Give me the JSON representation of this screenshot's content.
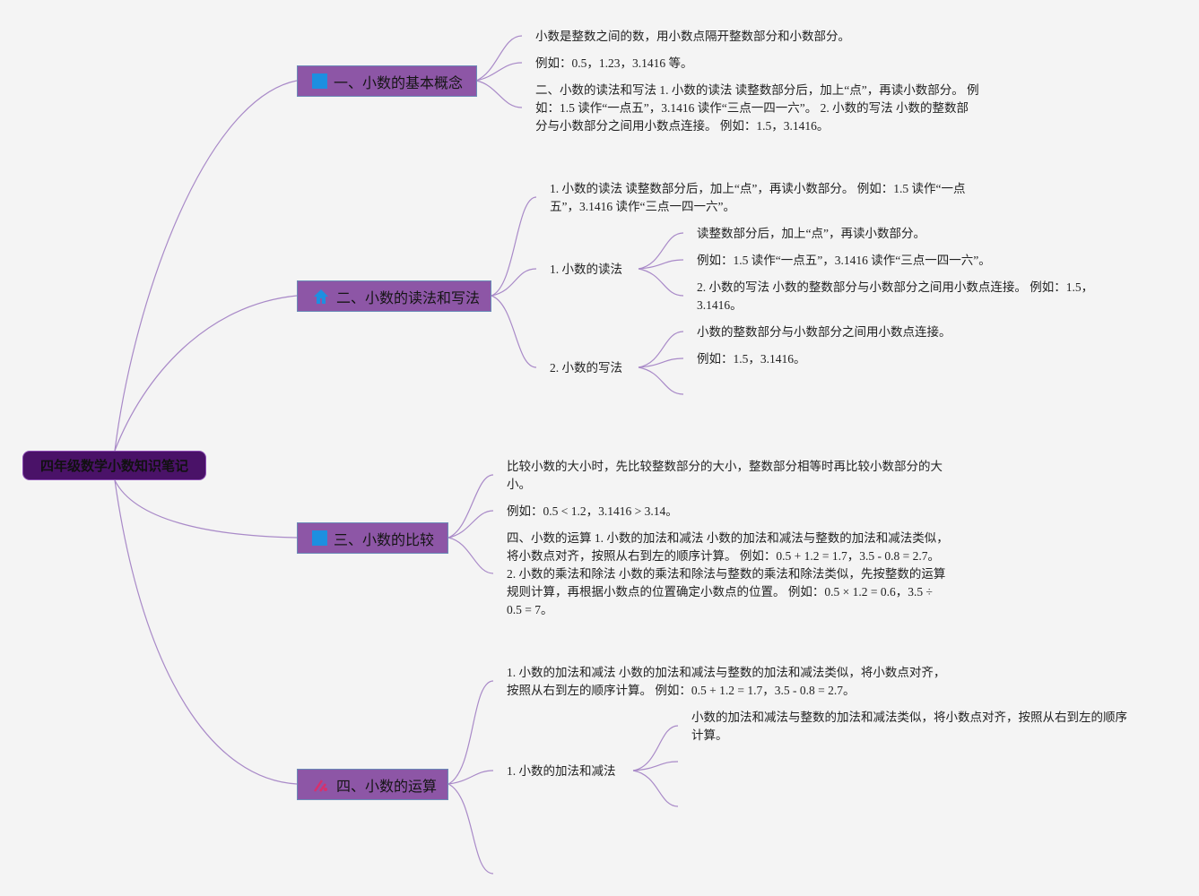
{
  "root": {
    "label": "四年级数学小数知识笔记"
  },
  "colors": {
    "root_bg": "#4a1268",
    "branch_bg": "#8d56a6",
    "link": "#a98ac8",
    "icon_blue": "#1d8fe0",
    "icon_pink": "#d8306c"
  },
  "branches": [
    {
      "label": "一、小数的基本概念",
      "icon": "blue-square-icon",
      "notes": [
        "小数是整数之间的数，用小数点隔开整数部分和小数部分。",
        "例如：0.5，1.23，3.1416 等。",
        "二、小数的读法和写法 1. 小数的读法 读整数部分后，加上“点”，再读小数部分。 例如：1.5 读作“一点五”，3.1416 读作“三点一四一六”。 2. 小数的写法 小数的整数部分与小数部分之间用小数点连接。 例如：1.5，3.1416。"
      ]
    },
    {
      "label": "二、小数的读法和写法",
      "icon": "house-icon",
      "summary": "1. 小数的读法 读整数部分后，加上“点”，再读小数部分。 例如：1.5 读作“一点五”，3.1416 读作“三点一四一六”。",
      "subs": [
        {
          "label": "1. 小数的读法",
          "notes": [
            "读整数部分后，加上“点”，再读小数部分。",
            "例如：1.5 读作“一点五”，3.1416 读作“三点一四一六”。",
            "2. 小数的写法 小数的整数部分与小数部分之间用小数点连接。 例如：1.5，3.1416。"
          ]
        },
        {
          "label": "2. 小数的写法",
          "notes": [
            "小数的整数部分与小数部分之间用小数点连接。",
            "例如：1.5，3.1416。"
          ]
        }
      ]
    },
    {
      "label": "三、小数的比较",
      "icon": "blue-square-icon",
      "notes": [
        "比较小数的大小时，先比较整数部分的大小，整数部分相等时再比较小数部分的大小。",
        "例如：0.5 < 1.2，3.1416 > 3.14。",
        "四、小数的运算 1. 小数的加法和减法 小数的加法和减法与整数的加法和减法类似，将小数点对齐，按照从右到左的顺序计算。 例如：0.5 + 1.2 = 1.7，3.5 - 0.8 = 2.7。 2. 小数的乘法和除法 小数的乘法和除法与整数的乘法和除法类似，先按整数的运算规则计算，再根据小数点的位置确定小数点的位置。 例如：0.5 × 1.2 = 0.6，3.5 ÷ 0.5 = 7。"
      ]
    },
    {
      "label": "四、小数的运算",
      "icon": "sparkle-icon",
      "summary": "1. 小数的加法和减法 小数的加法和减法与整数的加法和减法类似，将小数点对齐，按照从右到左的顺序计算。 例如：0.5 + 1.2 = 1.7，3.5 - 0.8 = 2.7。",
      "subs": [
        {
          "label": "1. 小数的加法和减法",
          "notes": [
            "小数的加法和减法与整数的加法和减法类似，将小数点对齐，按照从右到左的顺序计算。"
          ]
        }
      ]
    }
  ]
}
